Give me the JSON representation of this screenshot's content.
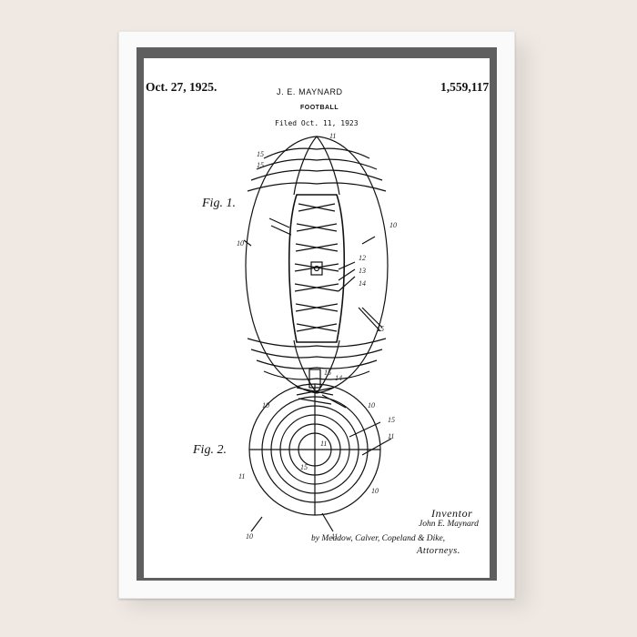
{
  "patent": {
    "date": "Oct. 27, 1925.",
    "number": "1,559,117",
    "inventor_name": "J. E. MAYNARD",
    "title": "FOOTBALL",
    "filed": "Filed Oct. 11, 1923"
  },
  "figures": {
    "fig1_label": "Fig. 1.",
    "fig2_label": "Fig. 2."
  },
  "reference_numerals": {
    "r10": "10",
    "r11": "11",
    "r12": "12",
    "r13": "13",
    "r14": "14",
    "r15": "15"
  },
  "signatures": {
    "inventor_label": "Inventor",
    "inventor_signature": "John E. Maynard",
    "attorneys_signature": "by Meadow, Calver, Copeland & Dike,",
    "attorneys_label": "Attorneys."
  },
  "colors": {
    "wall": "#efe8e3",
    "frame": "#fafafa",
    "mat": "#5f5f5f",
    "paper": "#ffffff",
    "ink": "#111111"
  }
}
